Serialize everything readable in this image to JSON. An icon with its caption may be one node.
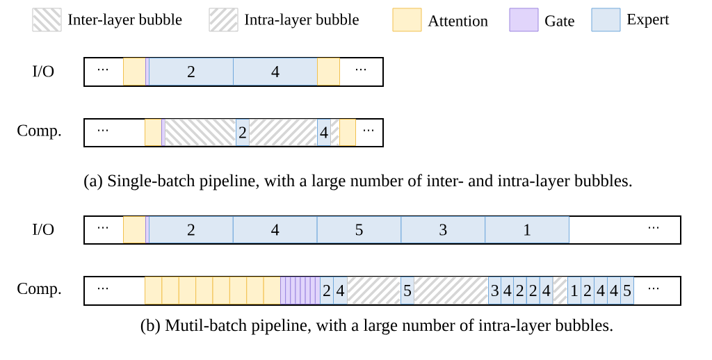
{
  "diagram": {
    "nodes": [
      {
        "text": [
          "⋯",
          "⋯"
        ],
        "beside": [
          "I/O"
        ]
      },
      {
        "text": [],
        "shape": "box",
        "in": 0
      },
      {
        "text": [],
        "shape": "box",
        "in": 0
      },
      {
        "text": [
          "2"
        ],
        "in": 0
      },
      {
        "text": [
          "4"
        ],
        "in": 0
      },
      {
        "text": [],
        "shape": "box",
        "in": 0
      },
      {
        "text": [
          "⋯",
          "⋯"
        ],
        "beside": [
          "Comp."
        ]
      },
      {
        "text": [],
        "shape": "box",
        "in": 6
      },
      {
        "text": [],
        "shape": "box",
        "in": 6
      },
      {
        "text": [],
        "shape": "box",
        "in": 6
      },
      {
        "text": [
          "2"
        ],
        "in": 6
      },
      {
        "text": [],
        "shape": "box",
        "in": 6
      },
      {
        "text": [
          "4"
        ],
        "in": 6
      },
      {
        "text": [],
        "shape": "box",
        "in": 6
      },
      {
        "text": [],
        "shape": "box",
        "in": 6
      },
      {
        "text": [
          "⋯",
          "⋯"
        ],
        "beside": [
          "I/O"
        ]
      },
      {
        "text": [],
        "shape": "box",
        "in": 15
      },
      {
        "text": [],
        "shape": "box",
        "in": 15
      },
      {
        "text": [
          "2"
        ],
        "in": 15
      },
      {
        "text": [
          "4"
        ],
        "in": 15
      },
      {
        "text": [
          "5"
        ],
        "in": 15
      },
      {
        "text": [
          "3"
        ],
        "in": 15
      },
      {
        "text": [
          "1"
        ],
        "in": 15
      },
      {
        "text": [
          "⋯",
          "⋯"
        ],
        "beside": [
          "Comp."
        ]
      },
      {
        "text": [],
        "shape": "box",
        "in": 23
      },
      {
        "text": [],
        "shape": "box",
        "in": 23
      },
      {
        "text": [],
        "shape": "box",
        "in": 23
      },
      {
        "text": [],
        "shape": "box",
        "in": 23
      },
      {
        "text": [],
        "shape": "box",
        "in": 23
      },
      {
        "text": [],
        "shape": "box",
        "in": 23
      },
      {
        "text": [],
        "shape": "box",
        "in": 23
      },
      {
        "text": [],
        "shape": "box",
        "in": 23
      },
      {
        "text": [],
        "shape": "box",
        "in": 23
      },
      {
        "text": [],
        "shape": "box",
        "in": 23
      },
      {
        "text": [],
        "shape": "box",
        "in": 23
      },
      {
        "text": [],
        "shape": "box",
        "in": 23
      },
      {
        "text": [],
        "shape": "box",
        "in": 23
      },
      {
        "text": [],
        "shape": "box",
        "in": 23
      },
      {
        "text": [],
        "shape": "box",
        "in": 23
      },
      {
        "text": [],
        "shape": "box",
        "in": 23
      },
      {
        "text": [
          "2"
        ],
        "in": 23
      },
      {
        "text": [
          "4"
        ],
        "in": 23
      },
      {
        "text": [],
        "shape": "box",
        "in": 23
      },
      {
        "text": [
          "5"
        ],
        "in": 23
      },
      {
        "text": [],
        "shape": "box",
        "in": 23
      },
      {
        "text": [
          "3"
        ],
        "in": 23
      },
      {
        "text": [
          "4"
        ],
        "in": 23
      },
      {
        "text": [
          "2"
        ],
        "in": 23
      },
      {
        "text": [
          "2"
        ],
        "in": 23
      },
      {
        "text": [
          "4"
        ],
        "in": 23
      },
      {
        "text": [],
        "shape": "box",
        "in": 23
      },
      {
        "text": [
          "1"
        ],
        "in": 23
      },
      {
        "text": [
          "2"
        ],
        "in": 23
      },
      {
        "text": [
          "4"
        ],
        "in": 23
      },
      {
        "text": [
          "4"
        ],
        "in": 23
      },
      {
        "text": [
          "5"
        ],
        "in": 23
      }
    ],
    "labels": [
      "(a) Single-batch pipeline, with a large number of inter- and intra-layer bubbles.",
      "(b) Mutil-batch pipeline, with a large number of intra-layer bubbles."
    ],
    "legend": [
      {
        "text": "Inter-layer bubble"
      },
      {
        "text": "Intra-layer bubble"
      },
      {
        "text": "Attention",
        "color": "#fff2cc"
      },
      {
        "text": "Gate",
        "color": "#e1d5fb"
      },
      {
        "text": "Expert",
        "color": "#dde8f4"
      }
    ]
  }
}
